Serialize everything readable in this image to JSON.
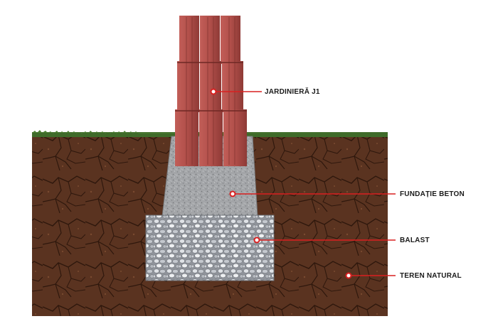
{
  "diagram": {
    "labels": {
      "jardiniera": "JARDINIERĂ J1",
      "fundatie": "FUNDAȚIE BETON",
      "balast": "BALAST",
      "teren": "TEREN NATURAL"
    },
    "colors": {
      "soil": "#5a3320",
      "soil_dark": "#3a1e12",
      "grass": "#3f6b2a",
      "brick": "#b5524d",
      "brick_dark": "#8e3a36",
      "concrete": "#a6a8ab",
      "gravel": "#c9ccd2",
      "callout": "#d92020"
    }
  }
}
